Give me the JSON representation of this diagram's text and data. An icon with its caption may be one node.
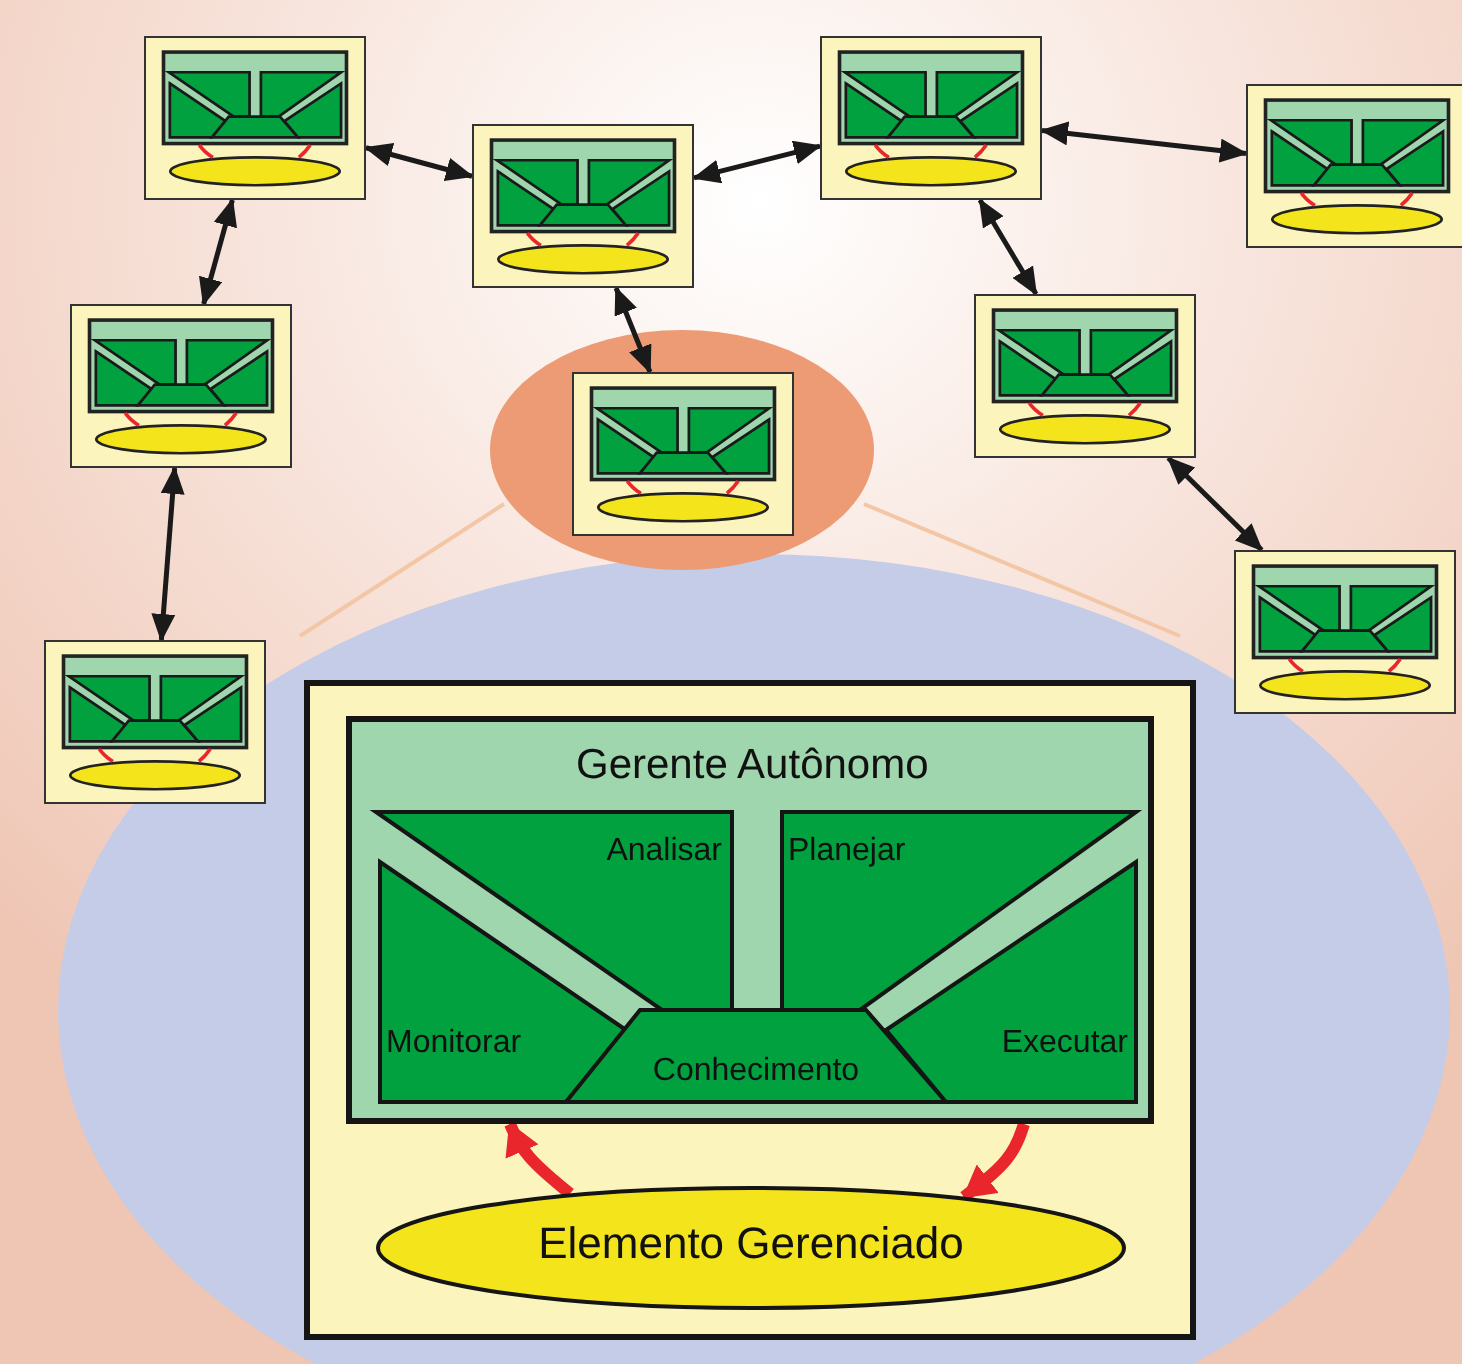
{
  "diagram": {
    "nodes": [
      {
        "text": [],
        "shape": "picture"
      },
      {
        "text": [],
        "shape": "picture"
      },
      {
        "text": [],
        "shape": "picture"
      },
      {
        "text": [],
        "shape": "picture"
      },
      {
        "text": [],
        "shape": "picture"
      },
      {
        "text": [],
        "shape": "picture"
      },
      {
        "text": [],
        "shape": "picture"
      },
      {
        "text": [],
        "shape": "picture"
      },
      {
        "text": [],
        "shape": "picture"
      },
      {
        "text": [
          "Gerente Autônomo"
        ]
      },
      {
        "text": [
          "Analisar"
        ],
        "in": 9
      },
      {
        "text": [
          "Planejar"
        ],
        "in": 9
      },
      {
        "text": [
          "Monitorar"
        ],
        "in": 9
      },
      {
        "text": [
          "Conhecimento"
        ],
        "in": 9
      },
      {
        "text": [
          "Executar"
        ],
        "in": 9
      },
      {
        "text": [
          "Elemento Gerenciado"
        ]
      }
    ],
    "edges": [
      {
        "from": 0,
        "to": 3,
        "arrow": "both"
      },
      {
        "from": 3,
        "to": 1,
        "arrow": "both"
      },
      {
        "from": 1,
        "to": 2,
        "arrow": "both"
      },
      {
        "from": 0,
        "to": 4,
        "arrow": "both"
      },
      {
        "from": 4,
        "to": 8,
        "arrow": "both"
      },
      {
        "from": 3,
        "to": 6,
        "arrow": "both"
      },
      {
        "from": 1,
        "to": 5,
        "arrow": "both"
      },
      {
        "from": 5,
        "to": 7,
        "arrow": "both"
      },
      {
        "from": 15,
        "to": 9,
        "arrow": "to",
        "style": "thick",
        "color": "#e8262b"
      },
      {
        "from": 9,
        "to": 15,
        "arrow": "to",
        "style": "thick",
        "color": "#e8262b"
      }
    ]
  }
}
